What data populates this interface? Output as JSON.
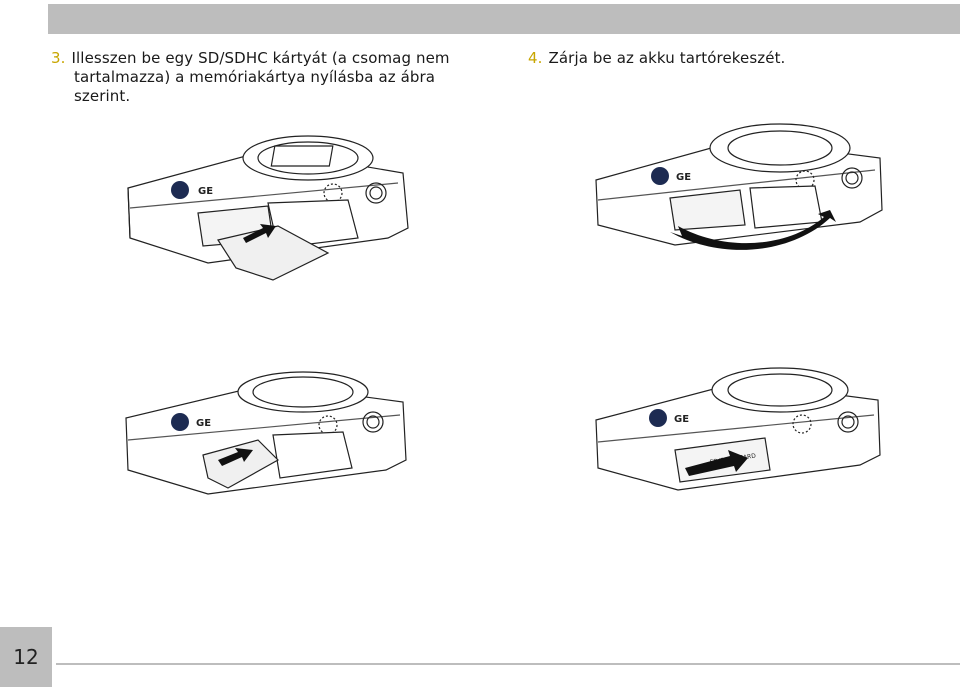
{
  "step3": {
    "number": "3.",
    "line1": "Illesszen be egy SD/SDHC kártyát (a csomag nem",
    "line2": "tartalmazza) a memóriakártya nyílásba az ábra szerint."
  },
  "step4": {
    "number": "4.",
    "text": "Zárja be az akku tartórekeszét."
  },
  "camera": {
    "brand_logo": "GE",
    "card_label": "SD/SDHC CARD"
  },
  "page": {
    "number": "12"
  },
  "colors": {
    "header_bar": "#bdbdbd",
    "step_number": "#c8a600",
    "arrow": "#111111"
  },
  "icons": [
    "arrow-right-icon",
    "curved-arrow-icon",
    "ge-logo-icon"
  ]
}
